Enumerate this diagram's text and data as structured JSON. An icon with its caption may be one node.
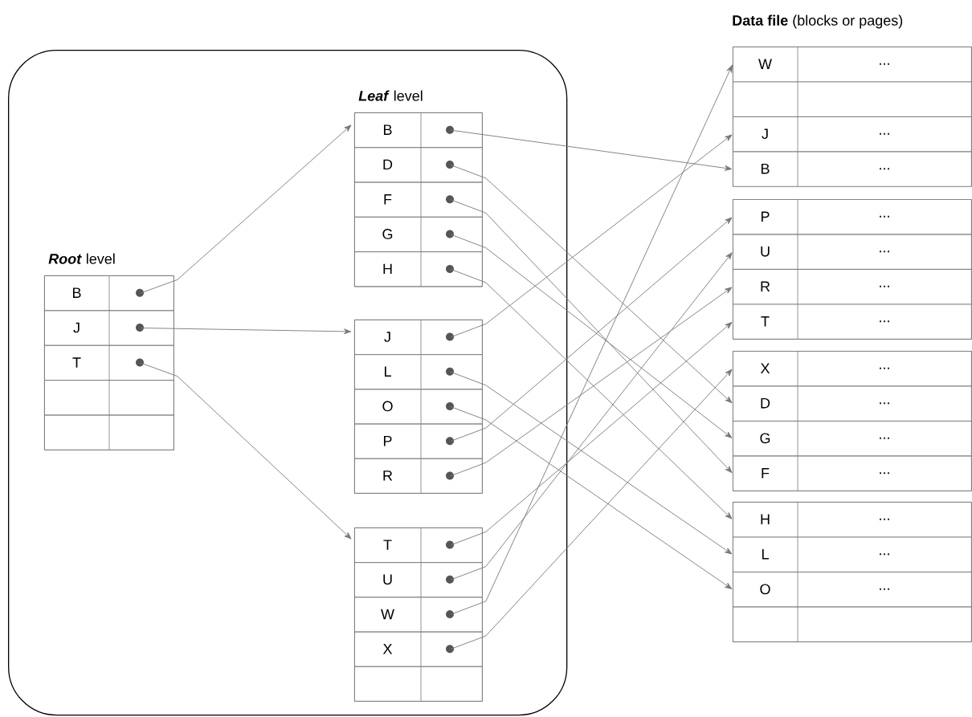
{
  "diagram": {
    "nodes": [
      {
        "text": [],
        "shape": "box"
      },
      {
        "text": [
          "**Root** level"
        ],
        "in": 0
      },
      {
        "text": [
          "B"
        ],
        "in": 1
      },
      {
        "text": [
          "J"
        ],
        "in": 1
      },
      {
        "text": [
          "T"
        ],
        "in": 1
      },
      {
        "text": [],
        "shape": "box",
        "in": 1
      },
      {
        "text": [],
        "shape": "box",
        "in": 1
      },
      {
        "text": [
          "**Leaf** level"
        ],
        "in": 0
      },
      {
        "text": [
          "B"
        ],
        "in": 7
      },
      {
        "text": [
          "D"
        ],
        "in": 7
      },
      {
        "text": [
          "F"
        ],
        "in": 7
      },
      {
        "text": [
          "G"
        ],
        "in": 7
      },
      {
        "text": [
          "H"
        ],
        "in": 7
      },
      {
        "text": [],
        "shape": "box",
        "in": 0
      },
      {
        "text": [
          "J"
        ],
        "in": 13
      },
      {
        "text": [
          "L"
        ],
        "in": 13
      },
      {
        "text": [
          "O"
        ],
        "in": 13
      },
      {
        "text": [
          "P"
        ],
        "in": 13
      },
      {
        "text": [
          "R"
        ],
        "in": 13
      },
      {
        "text": [],
        "shape": "box",
        "in": 0
      },
      {
        "text": [
          "T"
        ],
        "in": 19
      },
      {
        "text": [
          "U"
        ],
        "in": 19
      },
      {
        "text": [
          "W"
        ],
        "in": 19
      },
      {
        "text": [
          "X"
        ],
        "in": 19
      },
      {
        "text": [],
        "shape": "box",
        "in": 19
      },
      {
        "text": [],
        "shape": "box"
      },
      {
        "text": [
          "W",
          "..."
        ],
        "in": 25
      },
      {
        "text": [],
        "shape": "box",
        "in": 25
      },
      {
        "text": [
          "J",
          "..."
        ],
        "in": 25
      },
      {
        "text": [
          "B",
          "..."
        ],
        "in": 25
      },
      {
        "text": [],
        "shape": "box"
      },
      {
        "text": [
          "P",
          "..."
        ],
        "in": 30
      },
      {
        "text": [
          "U",
          "..."
        ],
        "in": 30
      },
      {
        "text": [
          "R",
          "..."
        ],
        "in": 30
      },
      {
        "text": [
          "T",
          "..."
        ],
        "in": 30
      },
      {
        "text": [],
        "shape": "box"
      },
      {
        "text": [
          "X",
          "..."
        ],
        "in": 35
      },
      {
        "text": [
          "D",
          "..."
        ],
        "in": 35
      },
      {
        "text": [
          "G",
          "..."
        ],
        "in": 35
      },
      {
        "text": [
          "F",
          "..."
        ],
        "in": 35
      },
      {
        "text": [],
        "shape": "box"
      },
      {
        "text": [
          "H",
          "..."
        ],
        "in": 40
      },
      {
        "text": [
          "L",
          "..."
        ],
        "in": 40
      },
      {
        "text": [
          "O",
          "..."
        ],
        "in": 40
      },
      {
        "text": [],
        "shape": "box",
        "in": 40
      }
    ],
    "edges": [
      {
        "from": 2,
        "to": 7,
        "arrow": "to"
      },
      {
        "from": 3,
        "to": 13,
        "arrow": "to"
      },
      {
        "from": 4,
        "to": 19,
        "arrow": "to"
      },
      {
        "from": 8,
        "to": 29,
        "arrow": "to"
      },
      {
        "from": 9,
        "to": 37,
        "arrow": "to"
      },
      {
        "from": 10,
        "to": 39,
        "arrow": "to"
      },
      {
        "from": 11,
        "to": 38,
        "arrow": "to"
      },
      {
        "from": 12,
        "to": 41,
        "arrow": "to"
      },
      {
        "from": 14,
        "to": 28,
        "arrow": "to"
      },
      {
        "from": 15,
        "to": 42,
        "arrow": "to"
      },
      {
        "from": 16,
        "to": 43,
        "arrow": "to"
      },
      {
        "from": 17,
        "to": 31,
        "arrow": "to"
      },
      {
        "from": 18,
        "to": 33,
        "arrow": "to"
      },
      {
        "from": 20,
        "to": 34,
        "arrow": "to"
      },
      {
        "from": 21,
        "to": 32,
        "arrow": "to"
      },
      {
        "from": 22,
        "to": 26,
        "arrow": "to"
      },
      {
        "from": 23,
        "to": 36,
        "arrow": "to"
      }
    ],
    "labels": [
      "**Data file**  (blocks or pages)"
    ]
  }
}
